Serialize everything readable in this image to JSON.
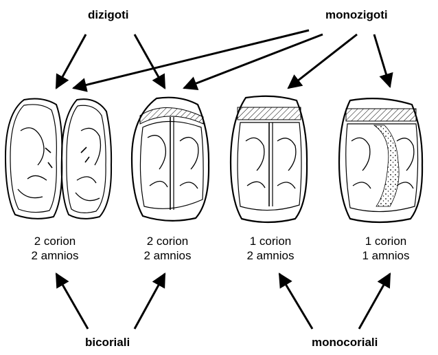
{
  "headings": {
    "dizygotic": "dizigoti",
    "monozygotic": "monozigoti",
    "dichorionic": "bicoriali",
    "monochorionic": "monocoriali"
  },
  "placentas": [
    {
      "chorion": "2 corion",
      "amnion": "2 amnios"
    },
    {
      "chorion": "2 corion",
      "amnion": "2 amnios"
    },
    {
      "chorion": "1 corion",
      "amnion": "2 amnios"
    },
    {
      "chorion": "1 corion",
      "amnion": "1 amnios"
    }
  ]
}
